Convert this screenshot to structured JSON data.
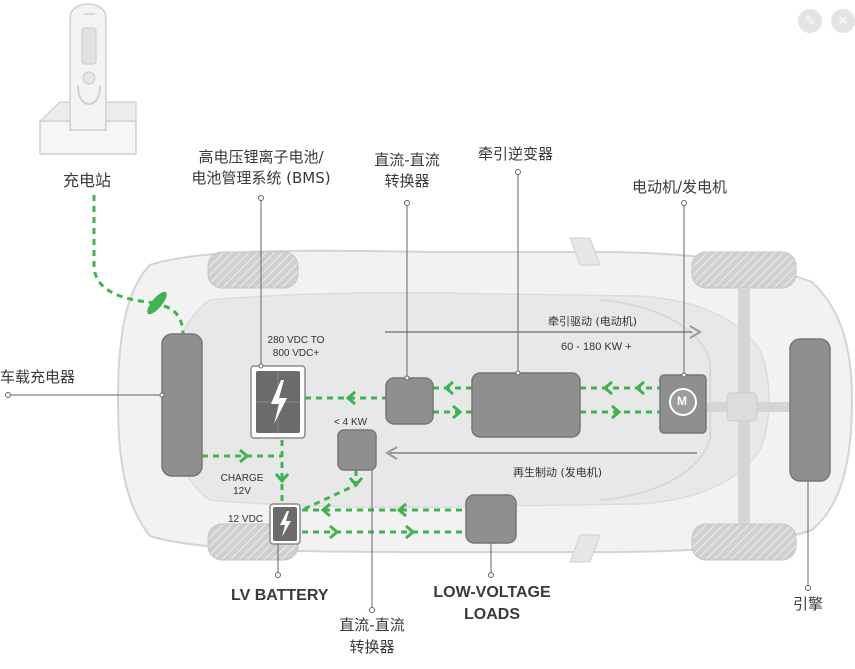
{
  "window_controls": {
    "edit_icon": "edit-icon",
    "close_icon": "close-icon"
  },
  "labels": {
    "charging_station": "充电站",
    "hv_battery_line1": "高电压锂离子电池/",
    "hv_battery_line2": "电池管理系统 (BMS)",
    "dcdc_top_line1": "直流-直流",
    "dcdc_top_line2": "转换器",
    "traction_inverter": "牵引逆变器",
    "motor_generator": "电动机/发电机",
    "onboard_charger": "车载充电器",
    "lv_battery": "LV BATTERY",
    "lv_loads_line1": "LOW-VOLTAGE",
    "lv_loads_line2": "LOADS",
    "dcdc_bottom_line1": "直流-直流",
    "dcdc_bottom_line2": "转换器",
    "engine": "引擎"
  },
  "annotations": {
    "hv_voltage_line1": "280 VDC TO",
    "hv_voltage_line2": "800 VDC+",
    "dcdc_power": "< 4 KW",
    "charge_line1": "CHARGE",
    "charge_line2": "12V",
    "lv_voltage": "12 VDC",
    "traction_drive": "牵引驱动 (电动机)",
    "traction_power": "60 - 180 KW +",
    "regen_braking": "再生制动 (发电机)",
    "motor_symbol": "M"
  },
  "colors": {
    "flow_green": "#3fb34f",
    "component_gray": "#8f8f8f",
    "car_outline": "#d6d6d6",
    "label_text": "#3a3a3a"
  }
}
